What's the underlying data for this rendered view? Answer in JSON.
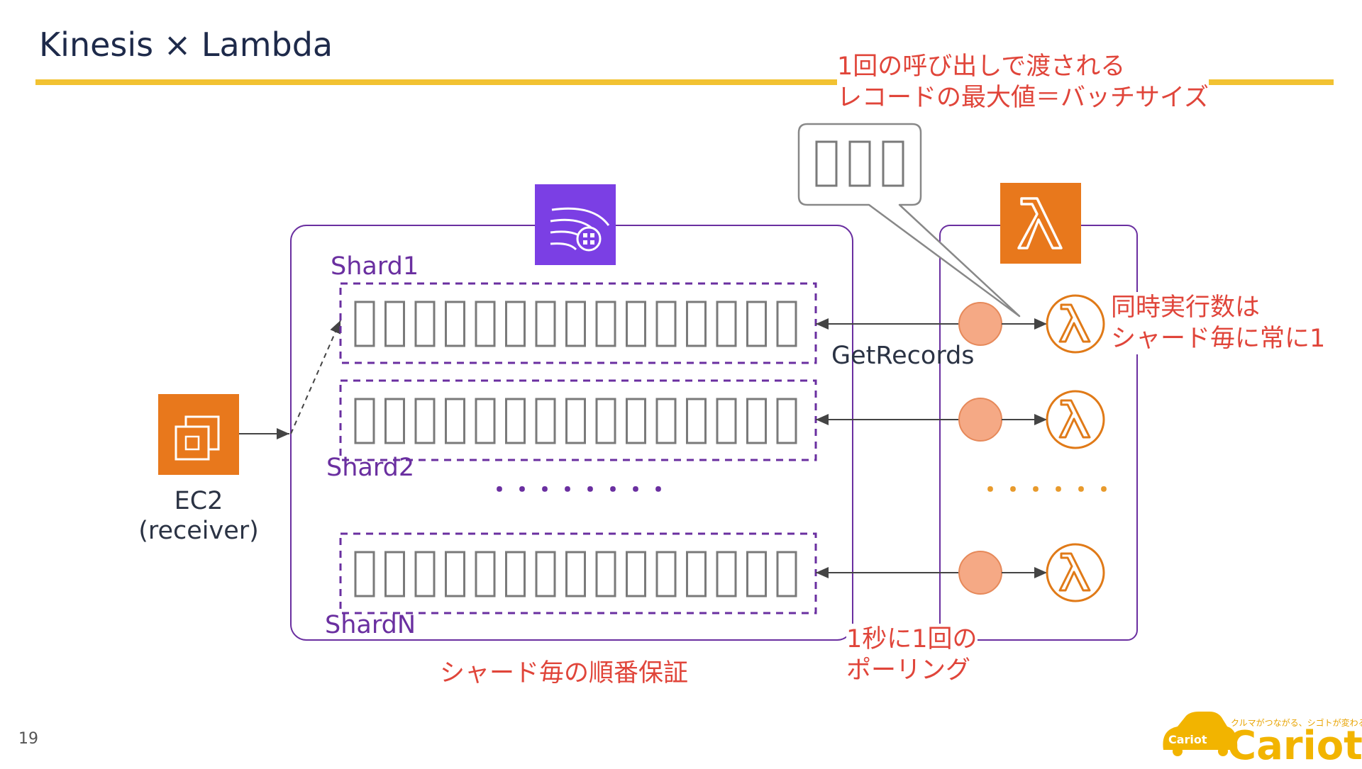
{
  "slide": {
    "title": "Kinesis × Lambda",
    "page_number": "19"
  },
  "annotations": {
    "batch_size_line1": "1回の呼び出しで渡される",
    "batch_size_line2": "レコードの最大値＝バッチサイズ",
    "concurrency_line1": "同時実行数は",
    "concurrency_line2": "シャード毎に常に1",
    "polling_line1": "1秒に1回の",
    "polling_line2": "ポーリング",
    "ordering": "シャード毎の順番保証"
  },
  "nodes": {
    "ec2_name": "EC2",
    "ec2_role": "(receiver)",
    "shards": [
      "Shard1",
      "Shard2",
      "ShardN"
    ],
    "get_records": "GetRecords",
    "ellipsis_shards": "・・・・・・・・",
    "ellipsis_lambdas": "・・・・・・"
  },
  "icons": {
    "ec2": "ec2-icon",
    "kinesis": "kinesis-data-streams-icon",
    "lambda_service": "lambda-icon",
    "lambda_function": "lambda-function-icon",
    "poller": "poller-circle-icon"
  },
  "colors": {
    "title": "#1e2a4a",
    "accent_rule": "#f2c232",
    "annotation": "#e0453a",
    "kinesis_purple": "#6a2fa0",
    "kinesis_icon_bg": "#7b3fe4",
    "lambda_orange": "#e07a18",
    "poller_fill": "#f5a985",
    "record_gray": "#7a7a7a",
    "logo": "#f2b400"
  },
  "logo": {
    "tagline": "クルマがつながる、シゴトが変わる",
    "name": "Cariot",
    "badge": "Cariot"
  }
}
